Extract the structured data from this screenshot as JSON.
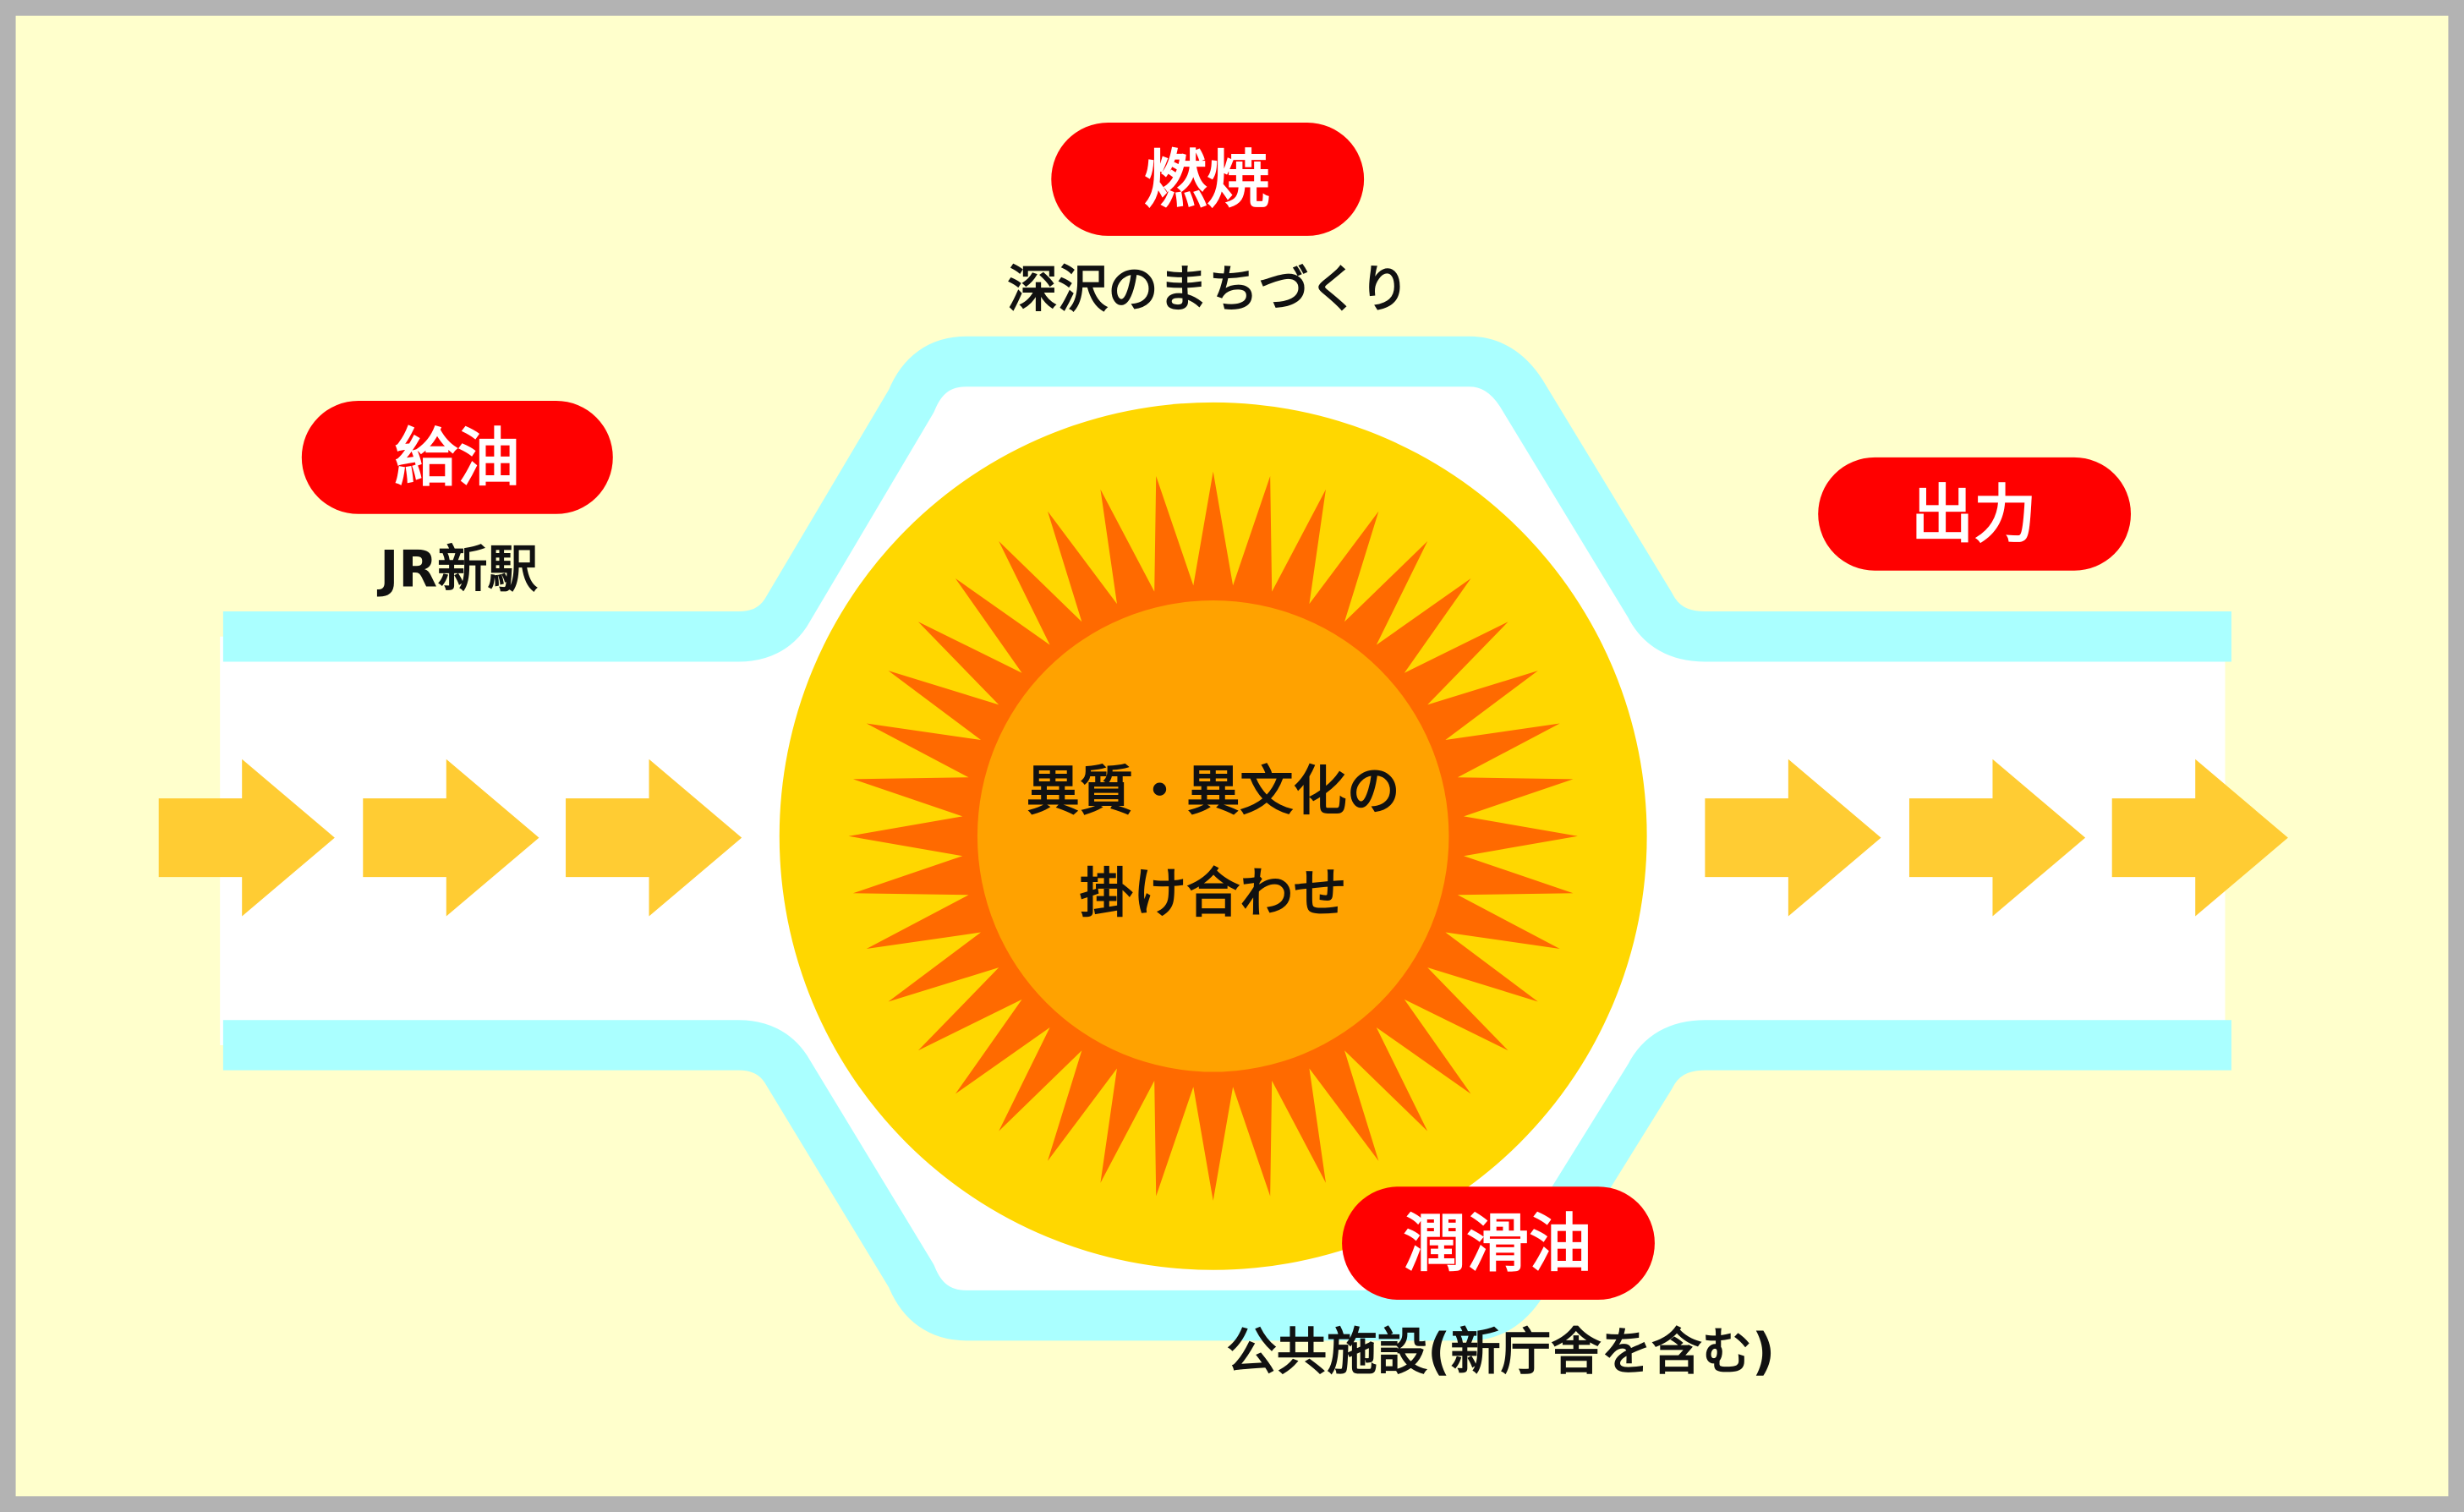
{
  "colors": {
    "background": "#ffffcc",
    "border": "#b3b3b3",
    "pipe": "#aaffff",
    "pipe_inner": "#ffffff",
    "arrow": "#ffcc33",
    "circle": "#ffd700",
    "burst": "#ff6a00",
    "burst_center": "#ffa200",
    "pill": "#ff0000",
    "pill_text": "#ffffff",
    "text": "#111111"
  },
  "labels": {
    "refuel": {
      "title": "給油",
      "caption": "JR新駅"
    },
    "combustion": {
      "title": "燃焼",
      "caption": "深沢のまちづくり"
    },
    "output": {
      "title": "出力"
    },
    "lubricant": {
      "title": "潤滑油",
      "caption": "公共施設(新庁舎を含む)"
    }
  },
  "center": {
    "line1": "異質・異文化の",
    "line2": "掛け合わせ"
  },
  "arrows": {
    "left_count": 3,
    "right_count": 3
  }
}
